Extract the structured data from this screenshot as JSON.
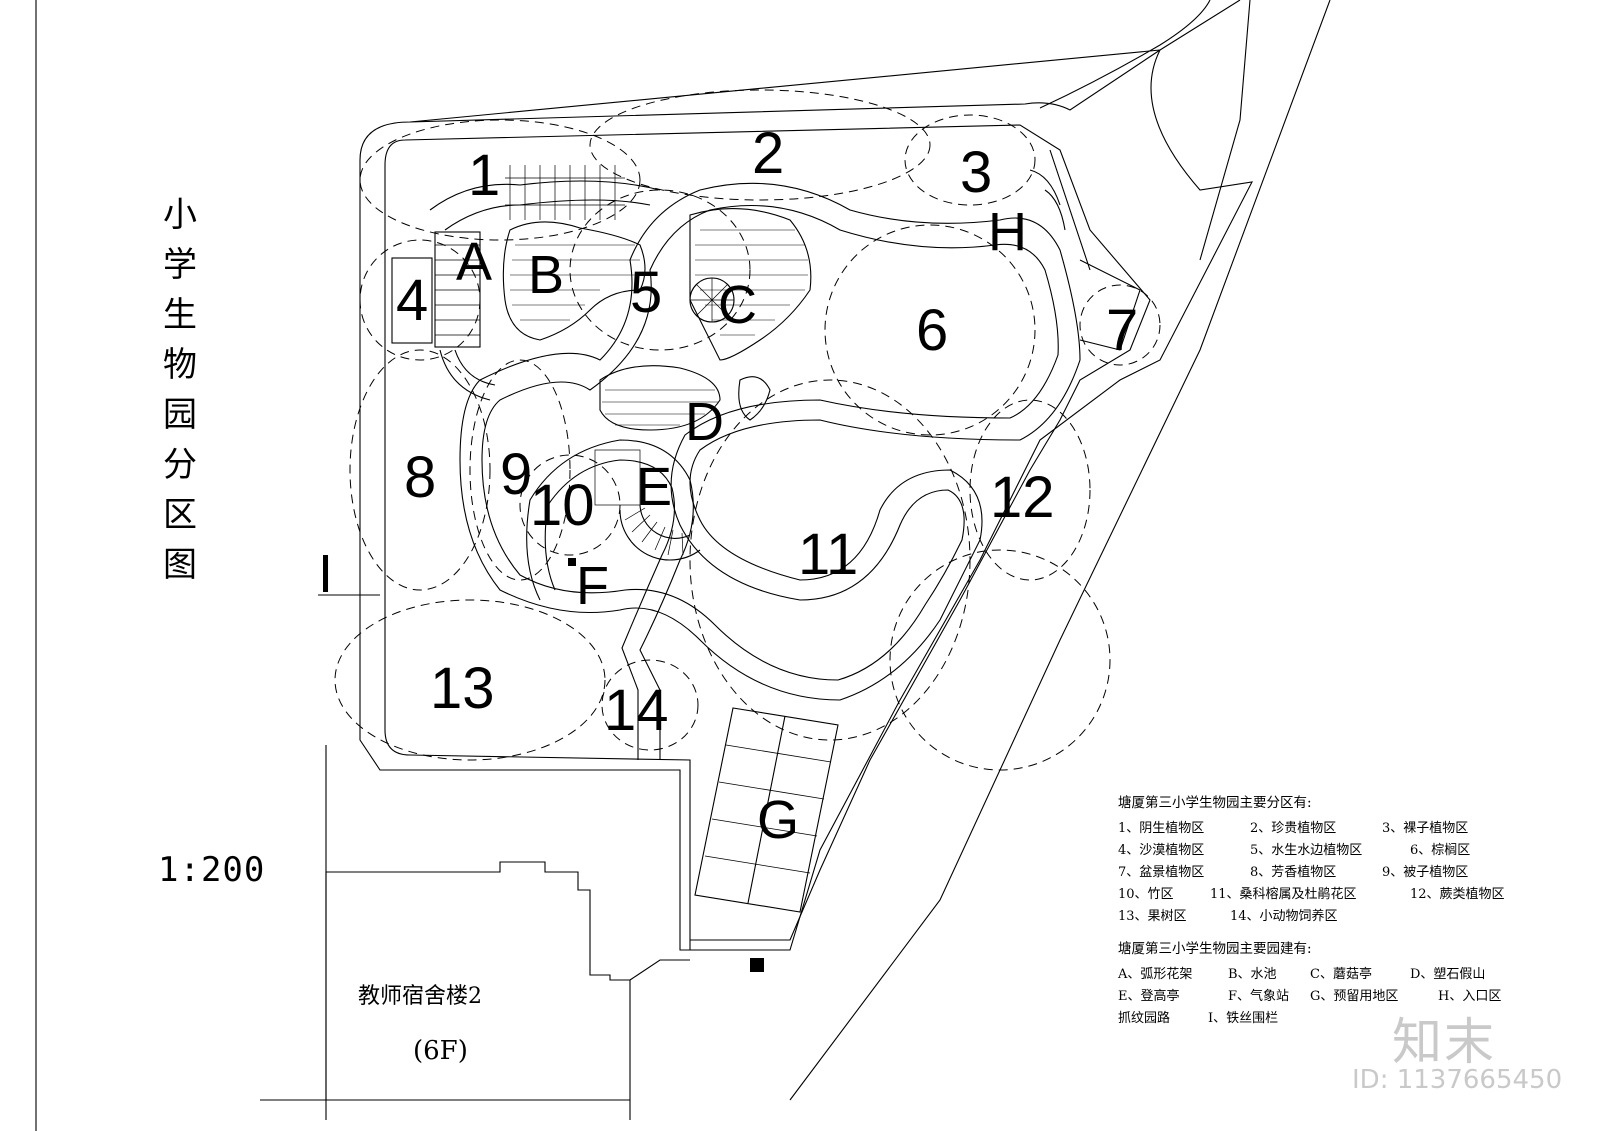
{
  "title_chars": [
    "小",
    "学",
    "生",
    "物",
    "园",
    "分",
    "区",
    "图"
  ],
  "scale": "1:200",
  "building": {
    "name": "教师宿舍楼2",
    "floors": "(6F)"
  },
  "zone_labels": [
    "1",
    "2",
    "3",
    "4",
    "5",
    "6",
    "7",
    "8",
    "9",
    "10",
    "11",
    "12",
    "13",
    "14"
  ],
  "facility_labels": [
    "A",
    "B",
    "C",
    "D",
    "E",
    "F",
    "G",
    "H",
    "I"
  ],
  "legend": {
    "zones_heading": "塘厦第三小学生物园主要分区有:",
    "zones_rows": [
      [
        "1、阴生植物区",
        "2、珍贵植物区",
        "3、裸子植物区"
      ],
      [
        "4、沙漠植物区",
        "5、水生水边植物区",
        "6、棕榈区"
      ],
      [
        "7、盆景植物区",
        "8、芳香植物区",
        "9、被子植物区"
      ],
      [
        "10、竹区",
        "11、桑科榕属及杜鹃花区",
        "12、蕨类植物区"
      ],
      [
        "13、果树区",
        "14、小动物饲养区"
      ]
    ],
    "facilities_heading": "塘厦第三小学生物园主要园建有:",
    "facilities_rows": [
      [
        "A、弧形花架",
        "B、水池",
        "C、蘑菇亭",
        "D、塑石假山"
      ],
      [
        "E、登高亭",
        "F、气象站",
        "G、预留用地区",
        "H、入口区"
      ],
      [
        "抓纹园路",
        "I、铁丝围栏"
      ]
    ]
  },
  "watermark": {
    "logo": "知末",
    "id": "ID: 1137665450"
  }
}
